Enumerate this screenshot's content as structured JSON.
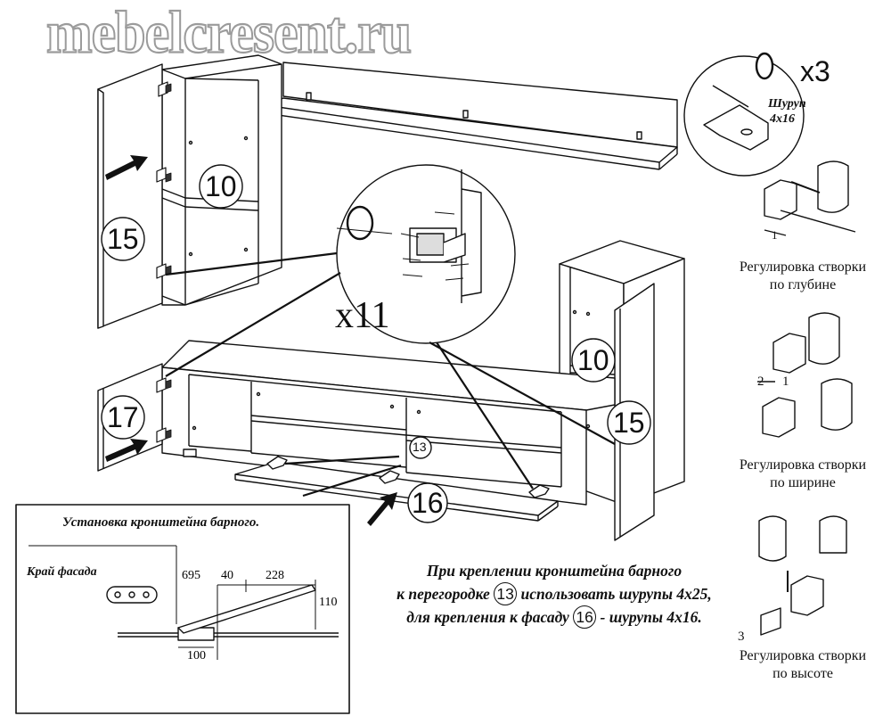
{
  "watermark": "mebelcresent.ru",
  "screw_detail": {
    "multiplier": "x3",
    "label_line1": "Шуруп",
    "label_line2": "4x16"
  },
  "hinge_detail": {
    "multiplier": "x11"
  },
  "part_numbers": {
    "p10_left": "10",
    "p15_left": "15",
    "p17": "17",
    "p10_right": "10",
    "p15_right": "15",
    "p13": "13",
    "p16": "16"
  },
  "adjustments": [
    {
      "line1": "Регулировка створки",
      "line2": "по глубине",
      "callouts": [
        "1"
      ]
    },
    {
      "line1": "Регулировка створки",
      "line2": "по ширине",
      "callouts": [
        "2",
        "1"
      ]
    },
    {
      "line1": "Регулировка створки",
      "line2": "по высоте",
      "callouts": [
        "3"
      ]
    }
  ],
  "inset": {
    "title": "Установка кронштейна барного.",
    "edge_label": "Край фасада",
    "dims": {
      "d695": "695",
      "d40": "40",
      "d228": "228",
      "d110": "110",
      "d100": "100"
    }
  },
  "note": {
    "line1": "При креплении кронштейна барного",
    "line2_a": "к перегородке",
    "line2_circ": "13",
    "line2_b": "использовать шурупы 4x25,",
    "line3_a": "для крепления к фасаду",
    "line3_circ": "16",
    "line3_b": "- шурупы 4x16."
  }
}
